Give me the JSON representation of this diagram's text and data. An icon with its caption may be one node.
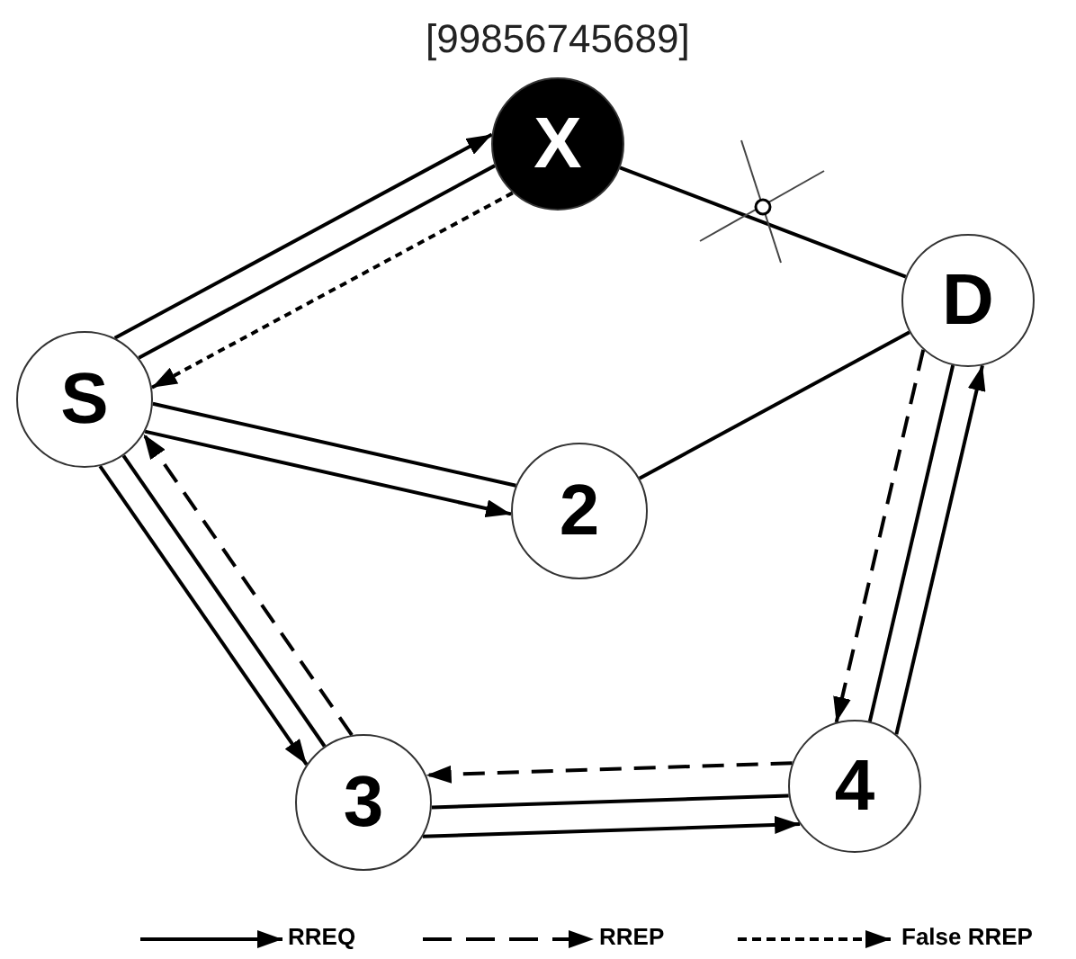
{
  "diagram": {
    "nodes": [
      {
        "text": [
          "X"
        ],
        "beside": [
          "[99856745689]"
        ]
      },
      {
        "text": [
          "S"
        ]
      },
      {
        "text": [
          "D"
        ]
      },
      {
        "text": [
          "2"
        ]
      },
      {
        "text": [
          "3"
        ]
      },
      {
        "text": [
          "4"
        ]
      }
    ],
    "edges": [
      {
        "from": 0,
        "to": 1,
        "arrow": "none"
      },
      {
        "from": 1,
        "to": 0,
        "arrow": "to"
      },
      {
        "from": 0,
        "to": 1,
        "arrow": "to",
        "style": "dashed"
      },
      {
        "from": 0,
        "to": 2,
        "arrow": "none"
      },
      {
        "from": 1,
        "to": 3,
        "arrow": "none"
      },
      {
        "from": 1,
        "to": 3,
        "arrow": "to"
      },
      {
        "from": 3,
        "to": 2,
        "arrow": "none"
      },
      {
        "from": 1,
        "to": 4,
        "arrow": "none"
      },
      {
        "from": 1,
        "to": 4,
        "arrow": "to"
      },
      {
        "from": 4,
        "to": 1,
        "arrow": "to",
        "style": "dashed"
      },
      {
        "from": 2,
        "to": 5,
        "arrow": "none"
      },
      {
        "from": 2,
        "to": 5,
        "arrow": "to",
        "style": "dashed"
      },
      {
        "from": 5,
        "to": 2,
        "arrow": "to"
      },
      {
        "from": 4,
        "to": 5,
        "arrow": "none"
      },
      {
        "from": 5,
        "to": 4,
        "arrow": "to",
        "style": "dashed"
      },
      {
        "from": 4,
        "to": 5,
        "arrow": "to"
      }
    ],
    "legend": [
      {
        "text": "RREQ"
      },
      {
        "text": "RREP"
      },
      {
        "text": "False RREP"
      }
    ]
  }
}
